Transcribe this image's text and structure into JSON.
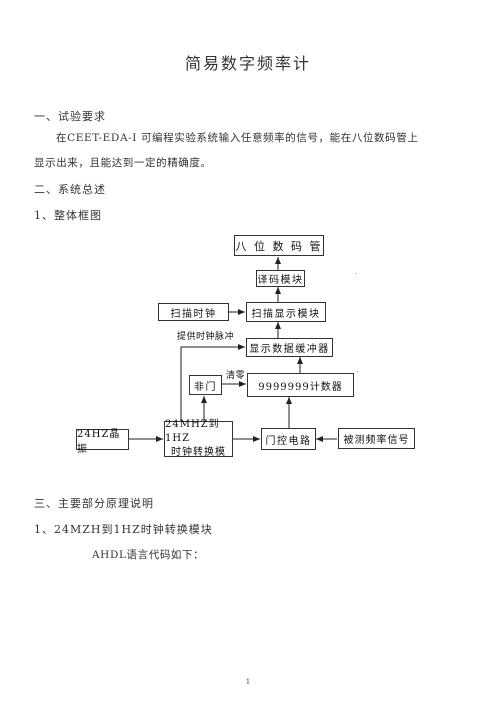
{
  "title": "简易数字频率计",
  "section1": {
    "heading": "一、试验要求",
    "para_line1": "在CEET-EDA-I 可编程实验系统输入任意频率的信号，能在八位数码管上",
    "para_line2": "显示出来，且能达到一定的精确度。"
  },
  "section2": {
    "heading": "二、系统总述",
    "sub": "1、整体框图"
  },
  "diagram": {
    "display": "八 位 数 码 管",
    "decoder": "译码模块",
    "scan_clock": "扫描时钟",
    "scan_display": "扫描显示模块",
    "clock_pulse_label": "提供时钟脉冲",
    "buffer": "显示数据缓冲器",
    "not_gate": "非门",
    "clear_label": "清零",
    "counter": "9999999计数器",
    "crystal": "24HZ晶振",
    "converter_line1": "24MHZ到1HZ",
    "converter_line2": "时钟转换模",
    "gate_circuit": "门控电路",
    "input_signal": "被测频率信号"
  },
  "section3": {
    "heading": "三、主要部分原理说明",
    "sub": "1、24MZH到1HZ时钟转换模块",
    "code_intro": "AHDL语言代码如下："
  },
  "page_number": "1"
}
